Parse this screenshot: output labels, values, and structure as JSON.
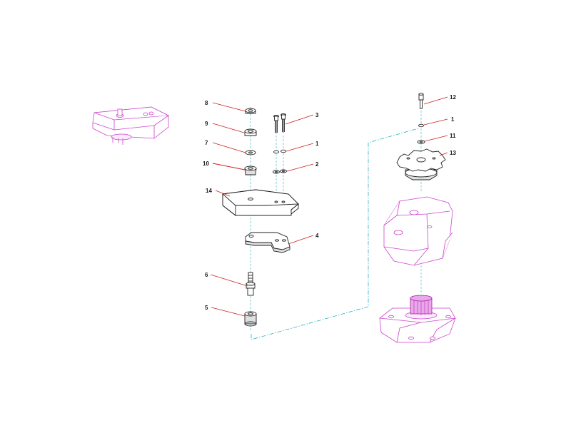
{
  "diagram": {
    "callouts": [
      {
        "label": "8"
      },
      {
        "label": "9"
      },
      {
        "label": "7"
      },
      {
        "label": "10"
      },
      {
        "label": "14"
      },
      {
        "label": "3"
      },
      {
        "label": "1"
      },
      {
        "label": "2"
      },
      {
        "label": "4"
      },
      {
        "label": "6"
      },
      {
        "label": "5"
      },
      {
        "label": "12"
      },
      {
        "label": "1"
      },
      {
        "label": "11"
      },
      {
        "label": "13"
      }
    ]
  },
  "colors": {
    "part_outline": "#cc44cc",
    "leader_line": "#d02020",
    "assembly_line": "#30b0c0",
    "component_ink": "#222222"
  }
}
